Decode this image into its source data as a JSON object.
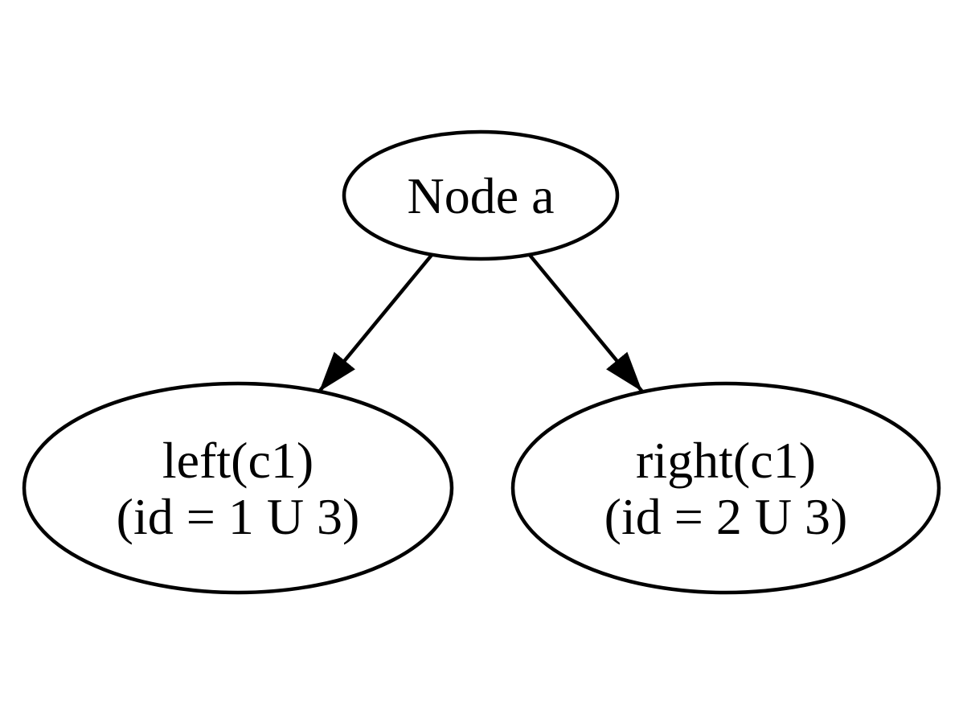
{
  "page": {
    "background_color": "#ffffff",
    "foreground_color": "#000000",
    "kind": "directed-graph-diagram"
  },
  "graph": {
    "direction": "top-to-bottom",
    "nodes": [
      {
        "id": "a",
        "shape": "ellipse",
        "label_lines": [
          "Node a"
        ]
      },
      {
        "id": "left",
        "shape": "ellipse",
        "label_lines": [
          "left(c1)",
          "(id = 1 U 3)"
        ]
      },
      {
        "id": "right",
        "shape": "ellipse",
        "label_lines": [
          "right(c1)",
          "(id = 2 U 3)"
        ]
      }
    ],
    "edges": [
      {
        "from": "a",
        "to": "left",
        "style": "solid",
        "arrowhead": "filled-triangle"
      },
      {
        "from": "a",
        "to": "right",
        "style": "solid",
        "arrowhead": "filled-triangle"
      }
    ]
  }
}
